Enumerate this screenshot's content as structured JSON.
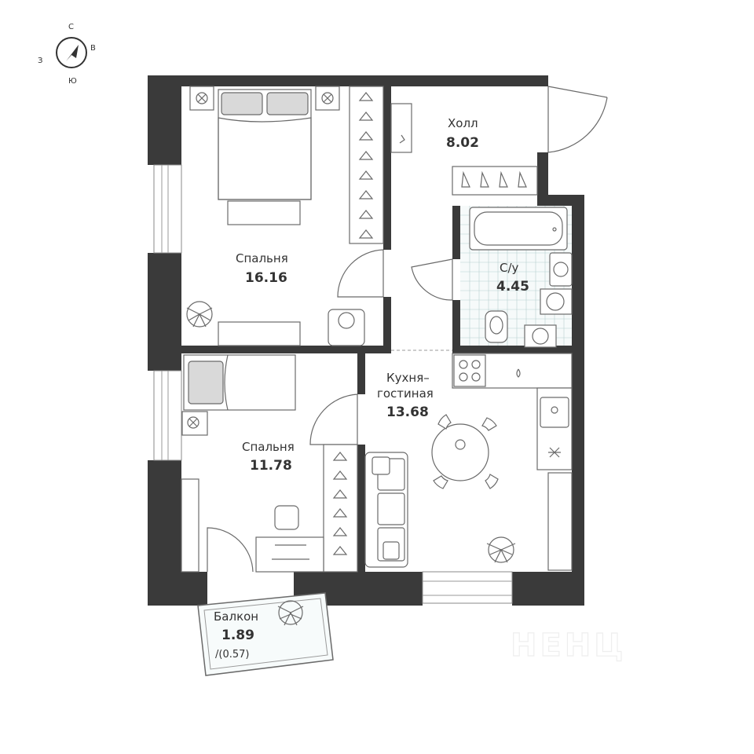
{
  "compass": {
    "north": "С",
    "east": "В",
    "south": "Ю",
    "west": "З"
  },
  "rooms": {
    "hall": {
      "name": "Холл",
      "area": "8.02"
    },
    "bedroom_large": {
      "name": "Спальня",
      "area": "16.16"
    },
    "bathroom": {
      "name": "С/у",
      "area": "4.45"
    },
    "kitchen_living": {
      "name_line1": "Кухня–",
      "name_line2": "гостиная",
      "area": "13.68"
    },
    "bedroom_small": {
      "name": "Спальня",
      "area": "11.78"
    },
    "balcony": {
      "name": "Балкон",
      "area": "1.89",
      "coefficient": "/(0.57)"
    }
  },
  "watermark": "НЕНЦ",
  "colors": {
    "wall": "#3a3a3a",
    "tile_grid": "#b8d0d0",
    "text": "#333333"
  }
}
